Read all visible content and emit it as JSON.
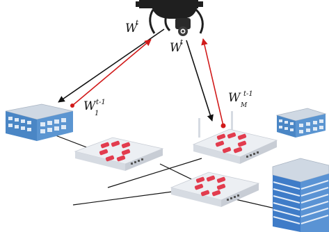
{
  "colors": {
    "drone_body": "#1f1f1f",
    "download_arrow": "#111111",
    "upload_arrow": "#d11a1a",
    "router_body": "#eceff3",
    "router_shadow": "#c8cdd5",
    "router_logo": "#e23c4e",
    "building_blue": "#4a86c5",
    "building_roof": "#cfd8e3",
    "tower_blue": "#3f7cc8",
    "wire": "#111111"
  },
  "labels": {
    "wt_left": {
      "base": "W",
      "sup": "t"
    },
    "wt_right": {
      "base": "W",
      "sup": "t"
    },
    "w1": {
      "base": "W",
      "sup": "t-1",
      "sub": "1"
    },
    "wm": {
      "base": "W",
      "sup": "t-1",
      "sub": "M"
    }
  },
  "icons": {
    "drone": "drone-icon",
    "router": "router-icon",
    "building": "building-icon",
    "tower": "tower-icon"
  }
}
